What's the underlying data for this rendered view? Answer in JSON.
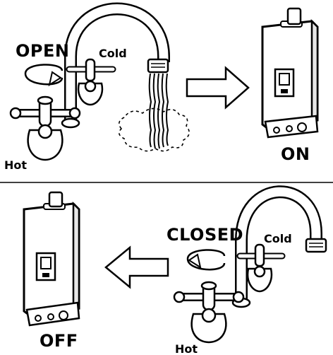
{
  "top_panel": {
    "action_label": "OPEN",
    "cold_label": "Cold",
    "hot_label": "Hot",
    "heater_state": "ON"
  },
  "bottom_panel": {
    "action_label": "CLOSED",
    "cold_label": "Cold",
    "hot_label": "Hot",
    "heater_state": "OFF"
  },
  "colors": {
    "line": "#000000",
    "background": "#ffffff",
    "shade": "#e6e6e6"
  }
}
